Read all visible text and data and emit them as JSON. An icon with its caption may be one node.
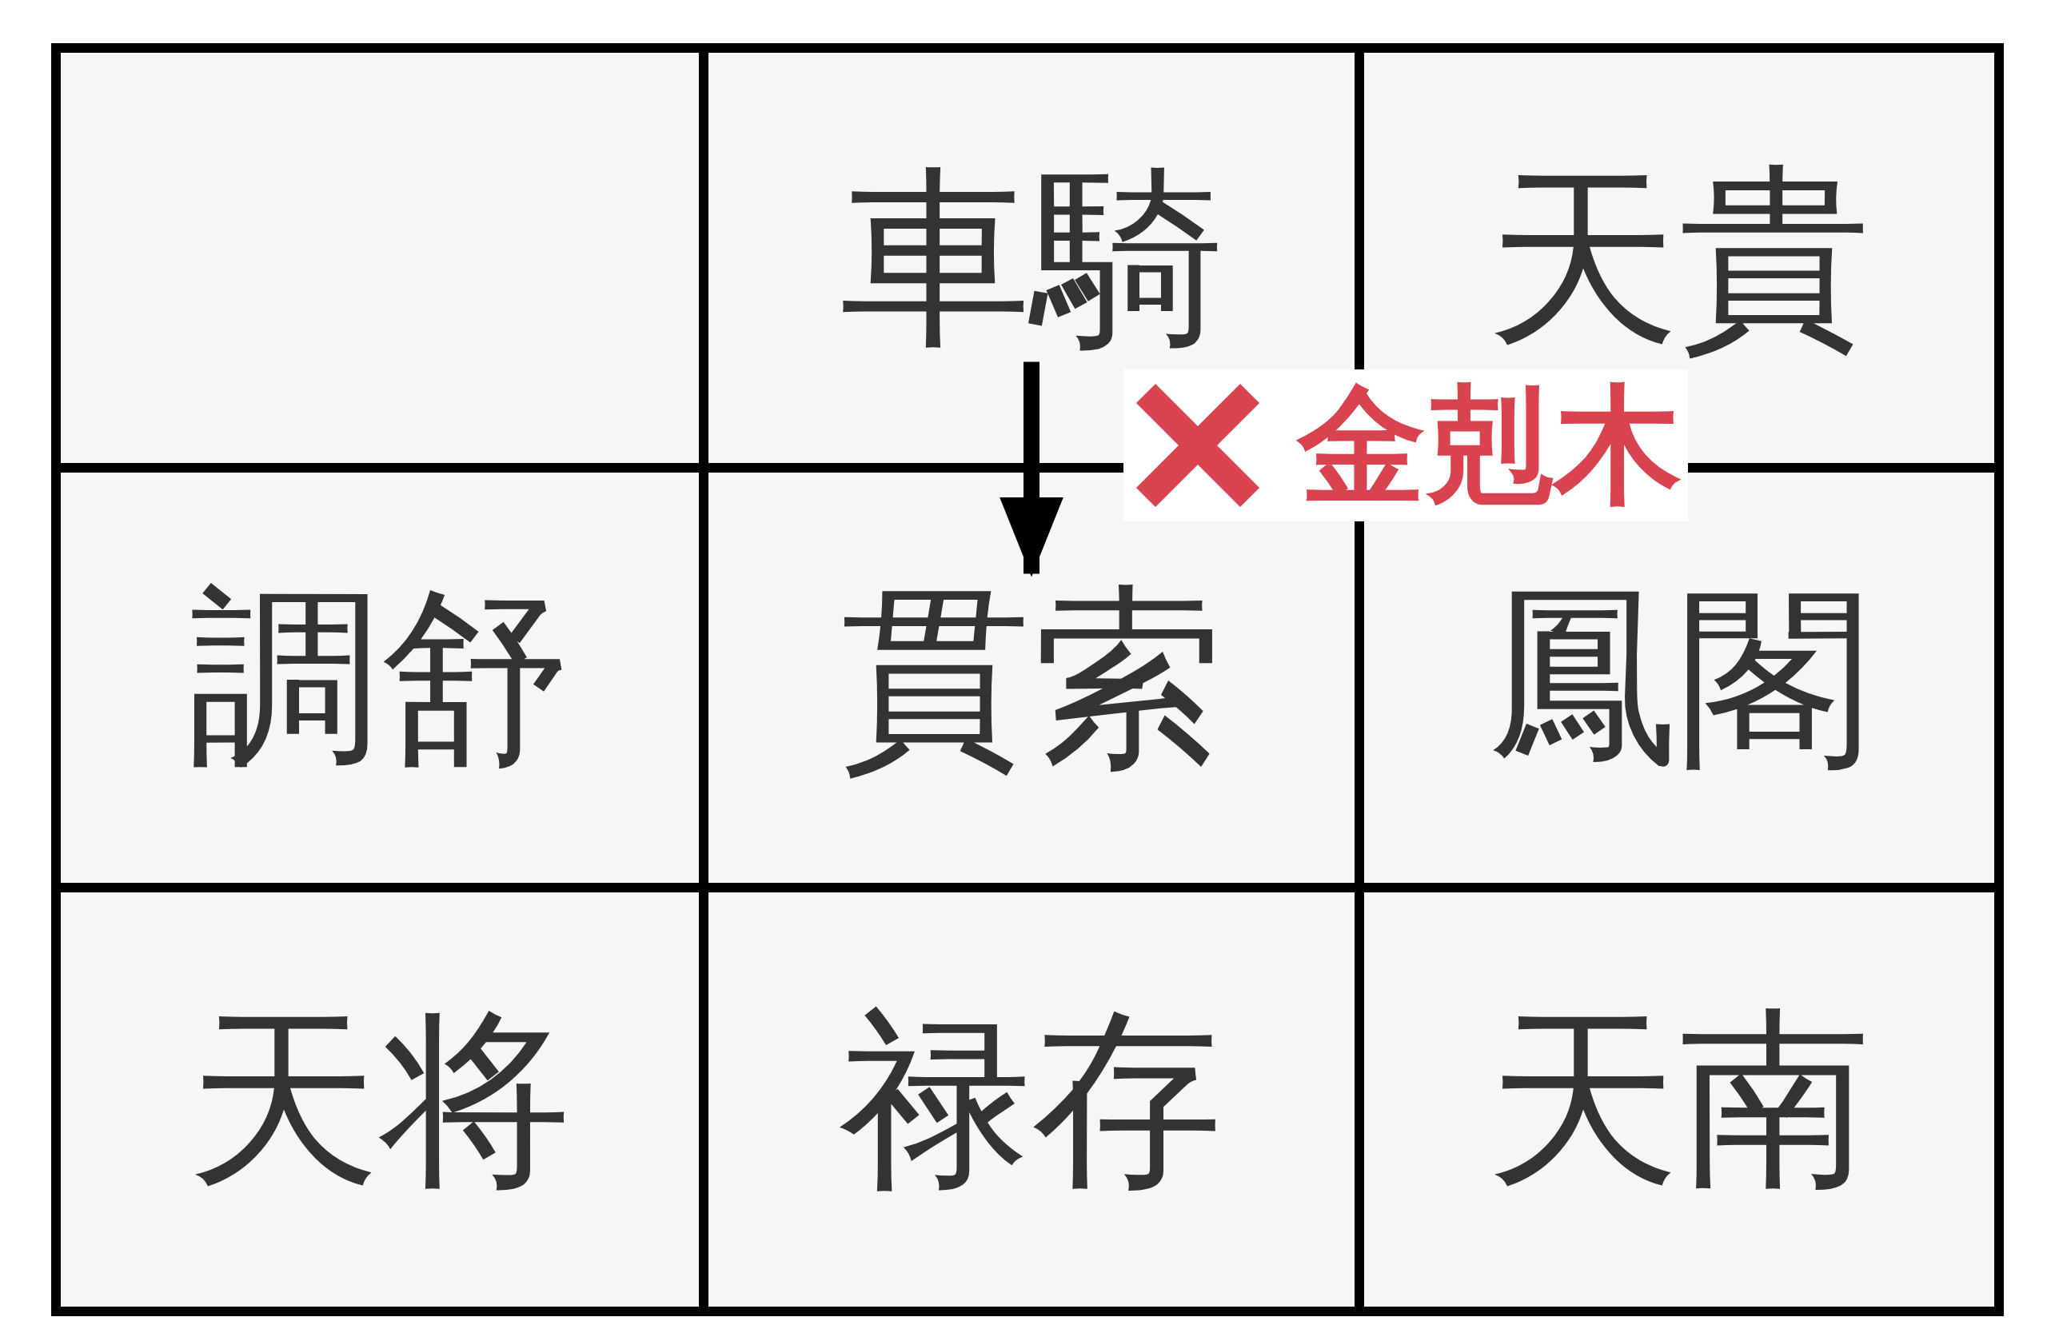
{
  "diagram": {
    "nodes": [
      {
        "text": [
          "車騎"
        ]
      },
      {
        "text": [
          "天貴"
        ]
      },
      {
        "text": [
          "調舒"
        ]
      },
      {
        "text": [
          "貫索"
        ]
      },
      {
        "text": [
          "鳳閣"
        ]
      },
      {
        "text": [
          "天将"
        ]
      },
      {
        "text": [
          "禄存"
        ]
      },
      {
        "text": [
          "天南"
        ]
      }
    ],
    "edges": [
      {
        "from": 0,
        "to": 3,
        "arrow": "to",
        "label": "金剋木"
      }
    ]
  }
}
